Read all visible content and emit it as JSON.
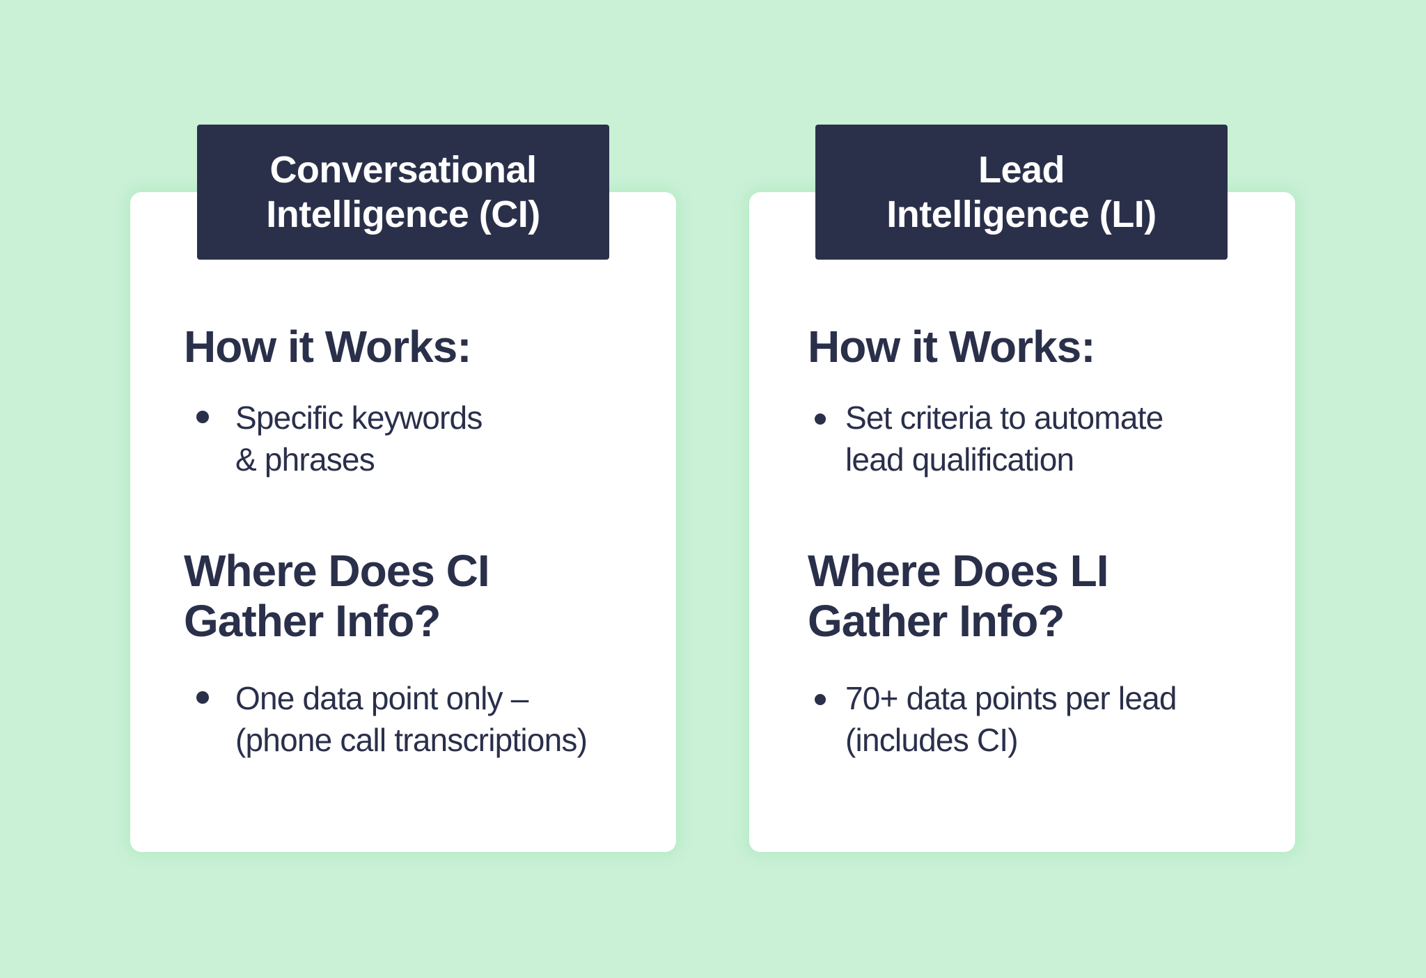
{
  "background_color": "#caf0d6",
  "header_color": "#2b304a",
  "text_color": "#2a2f4a",
  "cards": [
    {
      "title_line1": "Conversational",
      "title_line2": "Intelligence (CI)",
      "how_heading": "How it Works:",
      "how_bullet_line1": "Specific keywords",
      "how_bullet_line2": "& phrases",
      "where_heading_line1": "Where Does CI",
      "where_heading_line2": "Gather Info?",
      "where_bullet_line1": "One data point only –",
      "where_bullet_line2": "(phone call transcriptions)"
    },
    {
      "title_line1": "Lead",
      "title_line2": "Intelligence (LI)",
      "how_heading": "How it Works:",
      "how_bullet_line1": "Set criteria to automate",
      "how_bullet_line2": "lead qualification",
      "where_heading_line1": "Where Does LI",
      "where_heading_line2": "Gather Info?",
      "where_bullet_line1": "70+ data points per lead",
      "where_bullet_line2": "(includes CI)"
    }
  ]
}
